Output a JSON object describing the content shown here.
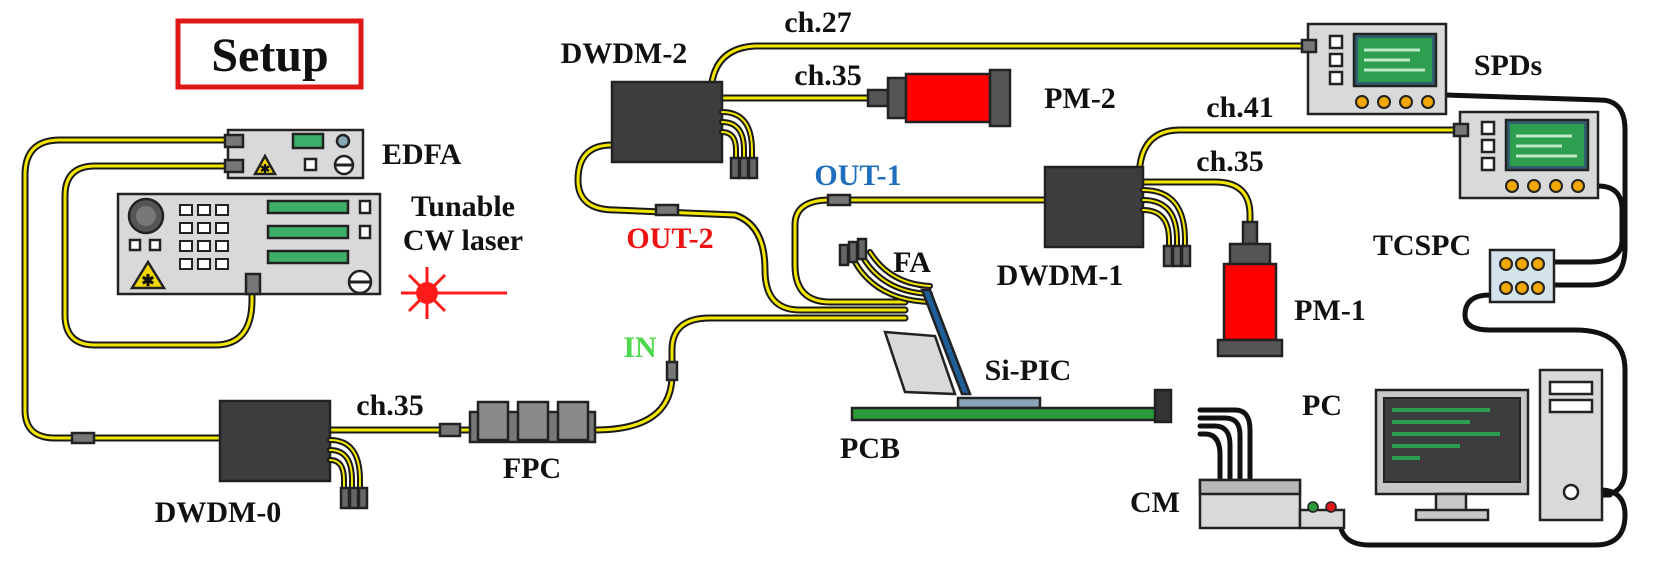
{
  "title": "Setup",
  "labels": {
    "edfa": "EDFA",
    "laser_line1": "Tunable",
    "laser_line2": "CW laser",
    "dwdm0": "DWDM-0",
    "dwdm1": "DWDM-1",
    "dwdm2": "DWDM-2",
    "fpc": "FPC",
    "fa": "FA",
    "sipic": "Si-PIC",
    "pcb": "PCB",
    "pm1": "PM-1",
    "pm2": "PM-2",
    "spds": "SPDs",
    "tcspc": "TCSPC",
    "pc": "PC",
    "cm": "CM",
    "in": "IN",
    "out1": "OUT-1",
    "out2": "OUT-2"
  },
  "channels": {
    "dwdm0_ch": "ch.35",
    "dwdm2_spd": "ch.27",
    "dwdm2_pm": "ch.35",
    "dwdm1_spd": "ch.41",
    "dwdm1_pm": "ch.35"
  },
  "colors": {
    "title_border": "#e01818",
    "fiber": "#f2e600",
    "device_gray": "#d9d9d9",
    "dwdm_dark": "#3d3d3d",
    "power_meter_red": "#ff0000",
    "screen_green": "#2e9e50",
    "pcb_green": "#2a9a3a",
    "fa_blue": "#1f5f99",
    "in_label": "#4cd94c",
    "out1_label": "#1f6fbf",
    "out2_label": "#ee1111",
    "knob_orange": "#f0a800"
  }
}
